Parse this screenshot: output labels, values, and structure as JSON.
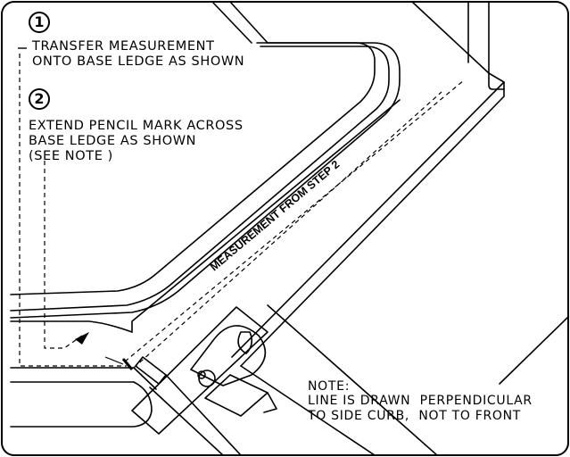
{
  "steps": [
    {
      "number": "1",
      "lines": [
        "TRANSFER MEASUREMENT",
        "ONTO BASE LEDGE AS SHOWN"
      ]
    },
    {
      "number": "2",
      "lines": [
        "EXTEND PENCIL MARK ACROSS",
        "BASE LEDGE AS SHOWN",
        "(SEE NOTE )"
      ]
    }
  ],
  "measurement_label": "MEASUREMENT FROM STEP 2",
  "note": {
    "title": "NOTE:",
    "lines": [
      "LINE IS DRAWN  PERPENDICULAR",
      "TO SIDE CURB,  NOT TO FRONT"
    ]
  }
}
